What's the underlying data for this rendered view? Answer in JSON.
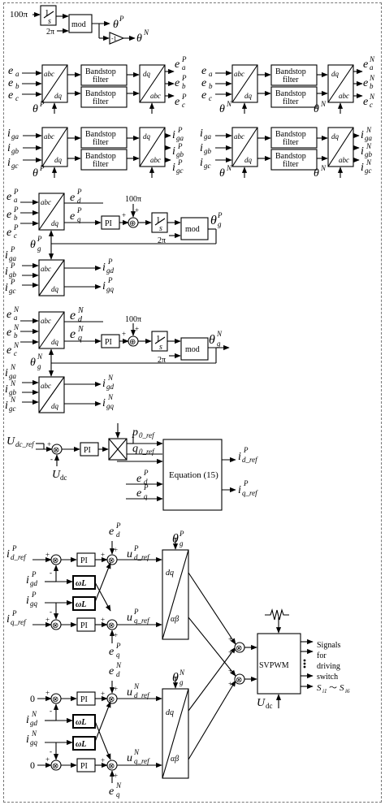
{
  "section1": {
    "input_100pi": "100π",
    "integ_num": "1",
    "integ_den": "s",
    "mod": "mod",
    "two_pi": "2π",
    "theta_p": "θ",
    "theta_p_sup": "P",
    "neg1": "-1",
    "theta_n": "θ",
    "theta_n_sup": "N"
  },
  "filters": {
    "bandstop": "Bandstop",
    "filter": "filter",
    "abc": "abc",
    "dq": "dq"
  },
  "voltages": {
    "ea": "e",
    "ea_sub": "a",
    "eb": "e",
    "eb_sub": "b",
    "ec": "e",
    "ec_sub": "c",
    "p": "P",
    "n": "N",
    "theta": "θ"
  },
  "currents": {
    "iga": "i",
    "iga_sub": "ga",
    "igb": "i",
    "igb_sub": "gb",
    "igc": "i",
    "igc_sub": "gc"
  },
  "pll": {
    "ed": "e",
    "ed_sub": "d",
    "eq": "e",
    "eq_sub": "q",
    "pi": "PI",
    "hundred_pi": "100π",
    "thetag": "θ",
    "thetag_sub": "g",
    "igd": "i",
    "igd_sub": "gd",
    "igq": "i",
    "igq_sub": "gq",
    "plus": "+"
  },
  "dc_section": {
    "udc_ref": "U",
    "udc_ref_sub": "dc_ref",
    "udc": "U",
    "udc_sub": "dc",
    "p0_ref": "p",
    "p0_ref_sub": "0_ref",
    "q0_ref": "q",
    "q0_ref_sub": "0_ref",
    "equation": "Equation (15)",
    "id_ref": "i",
    "id_ref_sub": "d_ref",
    "iq_ref": "i",
    "iq_ref_sub": "q_ref"
  },
  "current_loop": {
    "id_ref": "i",
    "id_ref_sub": "d_ref",
    "iq_ref": "i",
    "iq_ref_sub": "q_ref",
    "igd": "i",
    "igd_sub": "gd",
    "igq": "i",
    "igq_sub": "gq",
    "omegaL": "ωL",
    "ud_ref": "u",
    "ud_ref_sub": "d_ref",
    "uq_ref": "u",
    "uq_ref_sub": "q_ref",
    "ed": "e",
    "ed_sub": "d",
    "eq": "e",
    "eq_sub": "q",
    "alphabeta": "αβ",
    "zero": "0",
    "svpwm": "SVPWM",
    "udc": "U",
    "udc_sub": "dc",
    "signals": [
      "Signals",
      "for",
      "driving",
      "switch"
    ],
    "s_range": "S",
    "s_range_sub1": "i1",
    "tilde": "～",
    "s_range_sub2": "i6"
  }
}
